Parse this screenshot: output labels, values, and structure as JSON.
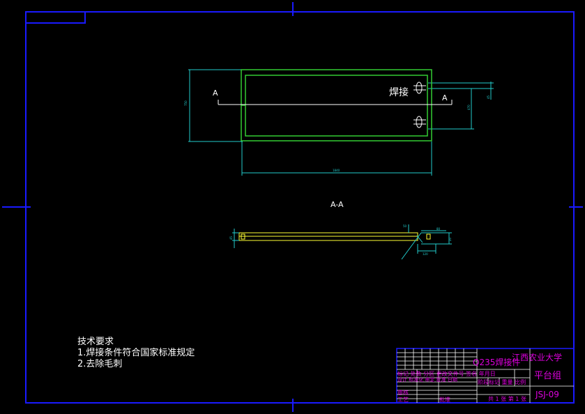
{
  "colors": {
    "background": "#000000",
    "frame": "#1a1aff",
    "outline": "#33cc33",
    "detail": "#ffff33",
    "dimension": "#22cccc",
    "text": "#ffffff",
    "title_text": "#dd00dd"
  },
  "plan_view": {
    "section_mark_left": "A",
    "section_mark_right": "A",
    "weld_label": "焊接",
    "dim_width": "1840",
    "dim_height": "750",
    "dim_right": "470",
    "dim_small": "45"
  },
  "section_view": {
    "title": "A-A",
    "dim_left": "45",
    "dim_mid": "50",
    "dim_right": "80",
    "dim_bottom": "120",
    "dim_small": "20"
  },
  "technical_requirements": {
    "heading": "技术要求",
    "items": [
      "1.焊接条件符合国家标准规定",
      "2.去除毛刺"
    ]
  },
  "title_block": {
    "material": "Q235焊接件",
    "school": "江西农业大学",
    "assembly": "平台组",
    "drawing_no": "JSJ-09",
    "rev_header": "标记 处数 分区 更改文件号 签名 年月日",
    "design_row": "设计 标准化 审定 批准 日期",
    "stage_header": "阶段标记 重量 比例",
    "sheet_info": "共 1 张 第 1 张",
    "review": "审核",
    "process": "工艺",
    "approve": "批准"
  }
}
